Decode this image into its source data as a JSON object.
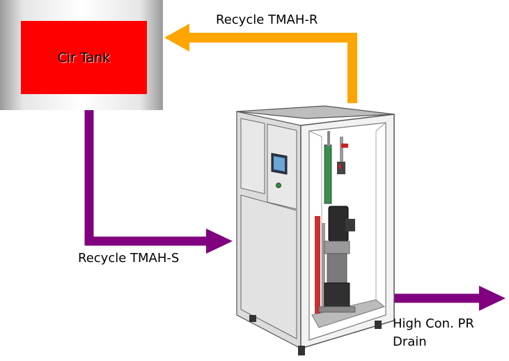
{
  "tank": {
    "label": "Cir Tank",
    "color": "#ff0000"
  },
  "flows": {
    "return_label": "Recycle TMAH-R",
    "supply_label": "Recycle TMAH-S",
    "drain_label_line1": "High Con. PR",
    "drain_label_line2": "Drain"
  },
  "colors": {
    "return_arrow": "#ffa500",
    "supply_arrow": "#800080",
    "drain_arrow": "#800080"
  },
  "machine": {
    "panel": "control-panel-icon"
  }
}
